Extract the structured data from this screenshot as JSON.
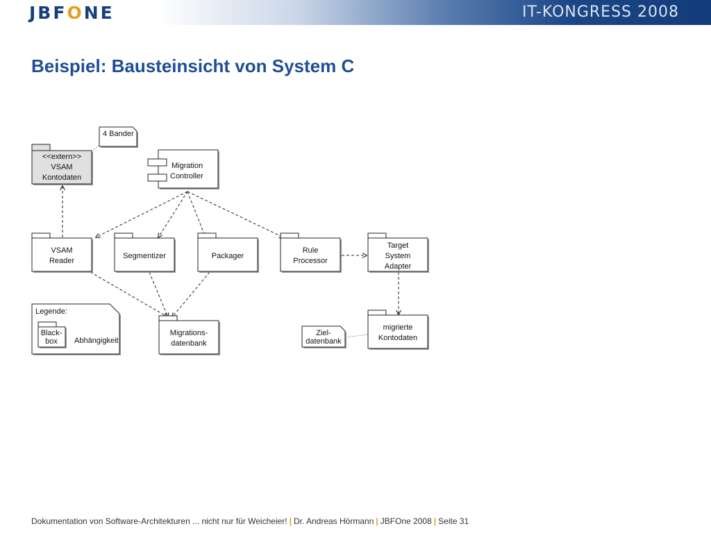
{
  "header": {
    "logo_prefix": "JBF",
    "logo_o": "O",
    "logo_suffix": "NE",
    "event": "IT-KONGRESS 2008"
  },
  "title": "Beispiel: Bausteinsicht von System C",
  "diagram": {
    "notes": {
      "bander": "4 Bander",
      "ziel": [
        "Ziel-",
        "datenbank"
      ]
    },
    "boxes": {
      "vsam_extern": [
        "<<extern>>",
        "VSAM",
        "Kontodaten"
      ],
      "migration_controller": [
        "Migration",
        "Controller"
      ],
      "vsam_reader": [
        "VSAM",
        "Reader"
      ],
      "segmentizer": [
        "Segmentizer"
      ],
      "packager": [
        "Packager"
      ],
      "rule_processor": [
        "Rule",
        "Processor"
      ],
      "target_adapter": [
        "Target",
        "System",
        "Adapter"
      ],
      "migrationsdatenbank": [
        "Migrations-",
        "datenbank"
      ],
      "migrierte_kontodaten": [
        "migrierte",
        "Kontodaten"
      ]
    },
    "legend": {
      "title": "Legende:",
      "blackbox": [
        "Black-",
        "box"
      ],
      "dependency": "Abhängigkeit"
    }
  },
  "footer": {
    "topic": "Dokumentation von Software-Architekturen ... nicht nur für Weicheier!",
    "author": "Dr. Andreas Hörmann",
    "event": "JBFOne 2008",
    "page": "Seite 31"
  }
}
